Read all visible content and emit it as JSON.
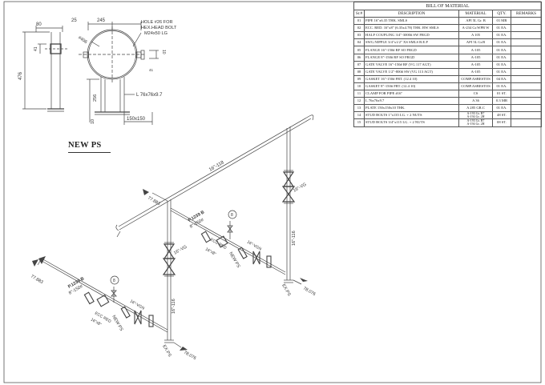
{
  "bom": {
    "title": "BILL OF MATERIAL",
    "headers": {
      "sr": "Sr.#",
      "description": "DESCRIPTION",
      "material": "MATERIAL",
      "qty": "QTY.",
      "remarks": "REMARKS"
    },
    "rows": [
      {
        "sr": "01",
        "description": "PIPE 16\"x6.35 THK. SMLS",
        "material": "API 5L Gr. B",
        "qty": "01 MR",
        "remarks": ""
      },
      {
        "sr": "02",
        "description": "ECC. RED. 16\"x8\" (6.35x4.78) THK. BW SMLS",
        "material": "A-234 Gr.WPB W",
        "qty": "01 EA.",
        "remarks": ""
      },
      {
        "sr": "03",
        "description": "HALF COUPLING 3/4\"-3000# SW FRGD",
        "material": "A 105",
        "qty": "01 EA.",
        "remarks": ""
      },
      {
        "sr": "04",
        "description": "SWG.NIPPLE 3/4\"x1/2\" XS SMLS B.E.P",
        "material": "API 5L Gr.B",
        "qty": "01 EA.",
        "remarks": ""
      },
      {
        "sr": "05",
        "description": "FLANGE 16\"-150# RF SO FRGD",
        "material": "A-105",
        "qty": "01 EA.",
        "remarks": ""
      },
      {
        "sr": "06",
        "description": "FLANGE 8\"-150# RF SO FRGD",
        "material": "A-105",
        "qty": "01 EA.",
        "remarks": ""
      },
      {
        "sr": "07",
        "description": "GATE VALVE 16\"-150# RF (VG 117 AGT)",
        "material": "A-105",
        "qty": "01 EA.",
        "remarks": ""
      },
      {
        "sr": "08",
        "description": "GATE VALVE 1/2\"-800# SW (VG 113 AGT)",
        "material": "A-105",
        "qty": "01 EA.",
        "remarks": ""
      },
      {
        "sr": "09",
        "description": "GASKET 16\"-150# FRT.   (12.4 10)",
        "material": "COMP.ASBESTOS",
        "qty": "04 EA.",
        "remarks": ""
      },
      {
        "sr": "10",
        "description": "GASKET 8\"-150# FRT.   (12.4 10)",
        "material": "COMP.ASBESTOS",
        "qty": "01 EA.",
        "remarks": ""
      },
      {
        "sr": "11",
        "description": "CLAMP FOR PIPE #16\"",
        "material": "CS",
        "qty": "01 ST.",
        "remarks": ""
      },
      {
        "sr": "12",
        "description": "L 76x76x9.7",
        "material": "A 36",
        "qty": "0.3 MR",
        "remarks": ""
      },
      {
        "sr": "13",
        "description": "PLATE 150x150x10 THK.",
        "material": "A 285 GR.C",
        "qty": "01 EA.",
        "remarks": ""
      },
      {
        "sr": "14",
        "description": "STUD BOLTS 1\"x135 LG. + 2 NUTS",
        "material": "A-193 Gr. B7\nA-194 Gr. 2H",
        "qty": "48 ST.",
        "remarks": ""
      },
      {
        "sr": "15",
        "description": "STUD BOLTS 3/4\"x115 LG. + 2 NUTS",
        "material": "A-193 Gr. B7\nA-194 Gr. 2H",
        "qty": "08 ST.",
        "remarks": ""
      }
    ]
  },
  "support_detail": {
    "dim_top_left": "25",
    "dim_top_right": "245",
    "dim_side": "80",
    "hole_note": [
      "HOLE #26 FOR",
      "HEX.HEAD BOLT",
      "M24x50 LG"
    ],
    "pipe_dia": "#406",
    "dim_a": "41",
    "dim_b": "10",
    "dim_c": "41",
    "height": "476",
    "angle_label": "L 76x76x9.7",
    "dim_256": "256",
    "dim_10": "10",
    "plate_label": "150x150"
  },
  "iso": {
    "title": "NEW PS",
    "pipe_main": "16\"-118",
    "pipe_vert": "16\"-116",
    "pipe_vert_low": "16\"-116",
    "valve_upper": "16\"-VG",
    "valve_left": "16\"-VG",
    "elev_top": "77.883",
    "elev_left": "77.883",
    "ecc_red": "ECC RED",
    "ecc_red_left": "ECC RED",
    "p_tag_right": "P.1239 B",
    "p_tag_left": "P.1239 B",
    "pipe_8": "8\"-150#",
    "pipe_8_left": "8\"-150#",
    "red_size": "16\"x8\"",
    "red_size_left": "16\"x8\"",
    "new_ps_mid": "NEW PS",
    "new_ps_left": "NEW PS",
    "ex_ps_right": "EX.PS",
    "ex_ps_bottom": "EX.PS",
    "elev_right": "78.076",
    "elev_bottom": "78.076",
    "flange_label": "16\"-VGN",
    "flange_label_left": "16\"-VGN",
    "bubble_right": "8",
    "bubble_left": "8"
  }
}
